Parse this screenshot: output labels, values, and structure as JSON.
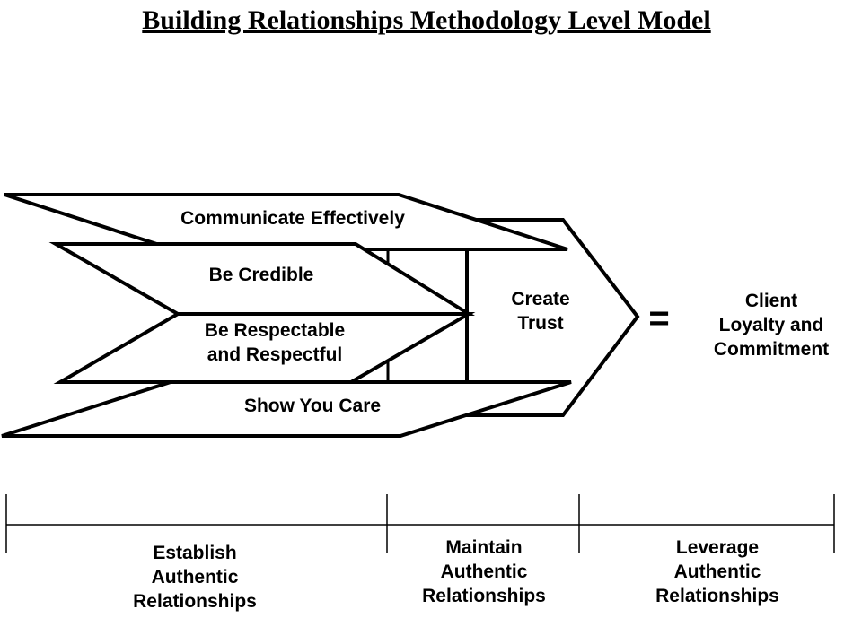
{
  "title": "Building Relationships Methodology Level Model",
  "layers": {
    "communicate": "Communicate Effectively",
    "credible": "Be Credible",
    "respectable_line1": "Be Respectable",
    "respectable_line2": "and Respectful",
    "care": "Show You Care"
  },
  "trust": {
    "line1": "Create",
    "line2": "Trust"
  },
  "equals": "=",
  "outcome": {
    "line1": "Client",
    "line2": "Loyalty and",
    "line3": "Commitment"
  },
  "phases": [
    {
      "line1": "Establish",
      "line2": "Authentic",
      "line3": "Relationships"
    },
    {
      "line1": "Maintain",
      "line2": "Authentic",
      "line3": "Relationships"
    },
    {
      "line1": "Leverage",
      "line2": "Authentic",
      "line3": "Relationships"
    }
  ]
}
